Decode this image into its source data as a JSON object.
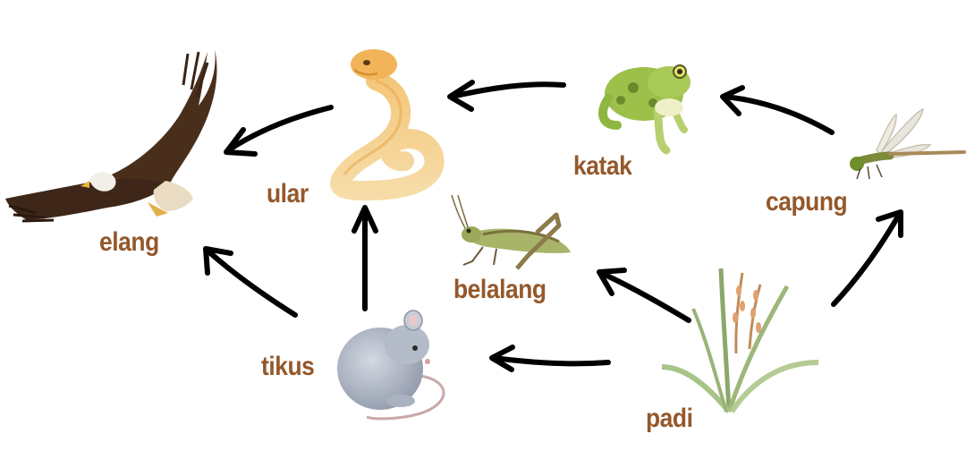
{
  "organisms": {
    "elang": "elang",
    "ular": "ular",
    "katak": "katak",
    "capung": "capung",
    "belalang": "belalang",
    "tikus": "tikus",
    "padi": "padi"
  },
  "colors": {
    "label": "#94582b",
    "arrow": "#000000"
  },
  "icons": [
    "eagle-icon",
    "snake-icon",
    "frog-icon",
    "dragonfly-icon",
    "grasshopper-icon",
    "mouse-icon",
    "rice-plant-icon"
  ],
  "relations": [
    {
      "from": "ular",
      "to": "elang"
    },
    {
      "from": "tikus",
      "to": "elang"
    },
    {
      "from": "katak",
      "to": "ular"
    },
    {
      "from": "tikus",
      "to": "ular"
    },
    {
      "from": "capung",
      "to": "katak"
    },
    {
      "from": "padi",
      "to": "capung"
    },
    {
      "from": "padi",
      "to": "belalang"
    },
    {
      "from": "padi",
      "to": "tikus"
    }
  ]
}
